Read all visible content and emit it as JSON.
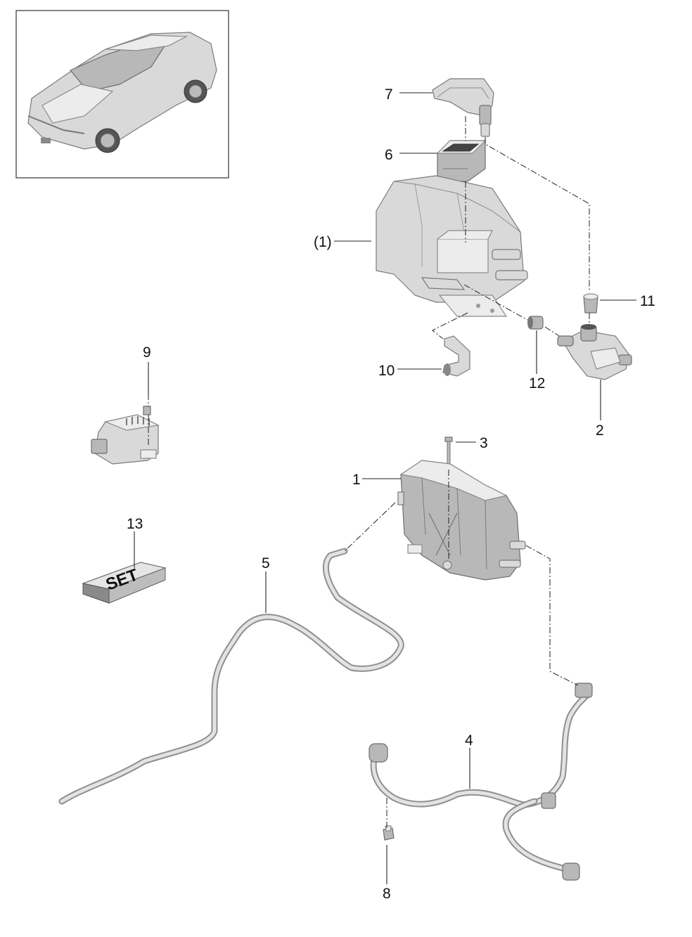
{
  "callouts": {
    "c1": "1",
    "c1p": "(1)",
    "c2": "2",
    "c3": "3",
    "c4": "4",
    "c5": "5",
    "c6": "6",
    "c7": "7",
    "c8": "8",
    "c9": "9",
    "c10": "10",
    "c11": "11",
    "c12": "12",
    "c13": "13"
  },
  "set_box_label": "SET",
  "colors": {
    "part_fill": "#d9d9d9",
    "part_stroke": "#7a7a7a",
    "line": "#222222"
  }
}
